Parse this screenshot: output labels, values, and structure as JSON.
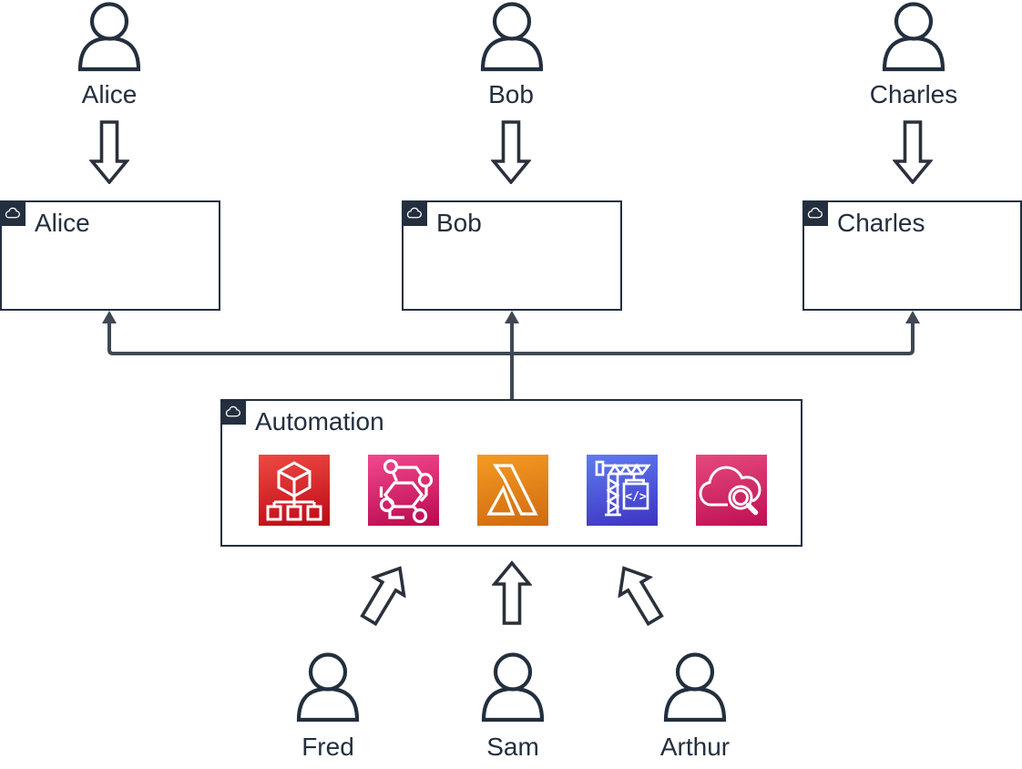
{
  "top_users": [
    {
      "name": "Alice"
    },
    {
      "name": "Bob"
    },
    {
      "name": "Charles"
    }
  ],
  "account_boxes": [
    {
      "label": "Alice"
    },
    {
      "label": "Bob"
    },
    {
      "label": "Charles"
    }
  ],
  "automation_box": {
    "label": "Automation",
    "services": [
      {
        "icon": "cube-hierarchy-icon",
        "gradient_top": "#EE4A43",
        "gradient_bottom": "#BD0816"
      },
      {
        "icon": "hexagon-network-icon",
        "gradient_top": "#F2498E",
        "gradient_bottom": "#B9094F"
      },
      {
        "icon": "lambda-icon",
        "gradient_top": "#F49B23",
        "gradient_bottom": "#D06A10"
      },
      {
        "icon": "crane-code-container-icon",
        "gradient_top": "#5F7BF1",
        "gradient_bottom": "#3D33C0",
        "glyph_text": "</>"
      },
      {
        "icon": "cloud-magnifier-icon",
        "gradient_top": "#E54A7D",
        "gradient_bottom": "#BF0F55"
      }
    ]
  },
  "bottom_users": [
    {
      "name": "Fred"
    },
    {
      "name": "Sam"
    },
    {
      "name": "Arthur"
    }
  ],
  "colors": {
    "canvas_background": "#FFFFFF",
    "text": "#232F3E",
    "box_border": "#232F3E",
    "badge_background": "#232F3E",
    "connector_line": "#3F4853",
    "block_arrow_outline": "#2B313B",
    "icon_glyph": "#FFFFFF"
  }
}
